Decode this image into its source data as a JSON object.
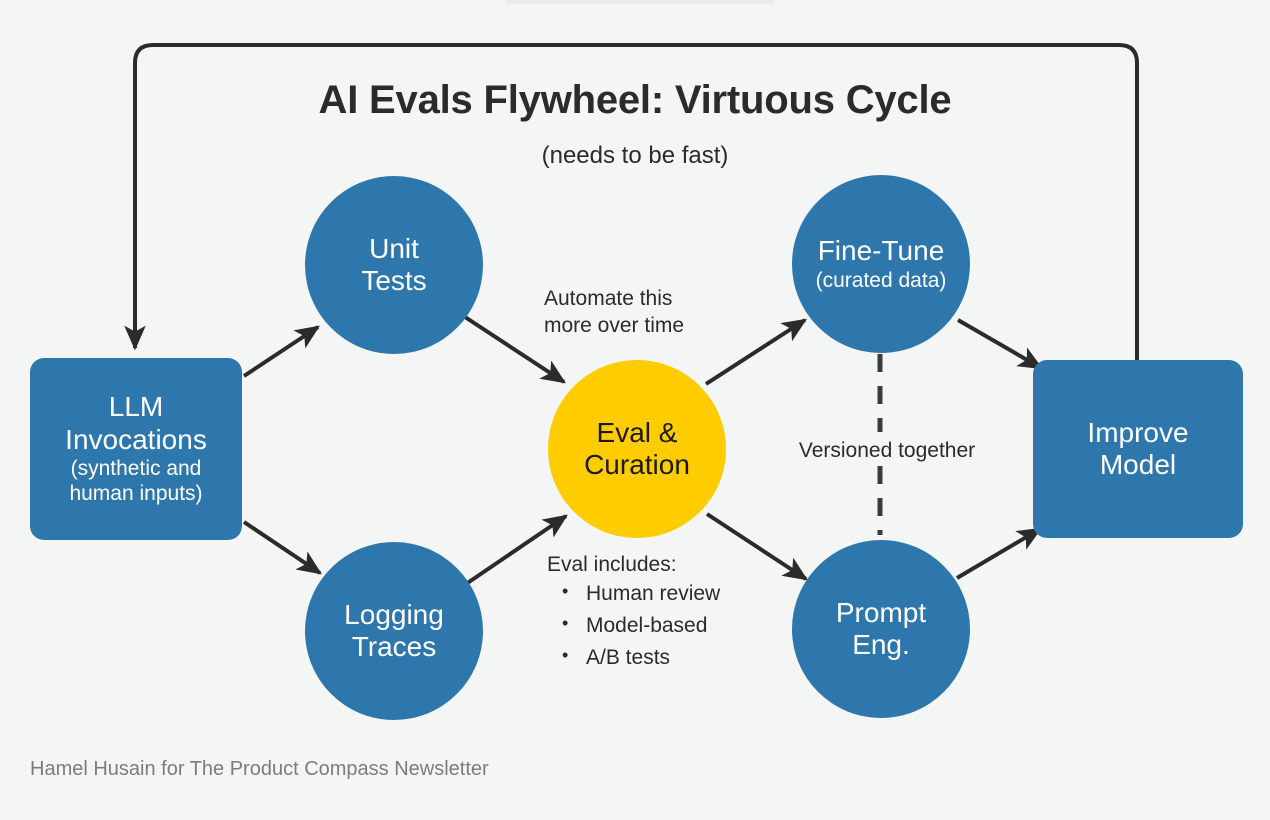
{
  "header": {
    "title": "AI Evals Flywheel: Virtuous Cycle",
    "subtitle": "(needs to be fast)"
  },
  "footer": {
    "credit": "Hamel Husain for The Product Compass Newsletter"
  },
  "colors": {
    "background": "#f4f5f5",
    "node_blue": "#2e77ad",
    "node_yellow": "#ffcc00",
    "edge": "#2b2b2b",
    "text_dark": "#2b2b2b",
    "text_light": "#ffffff",
    "footer_gray": "#7a7d80"
  },
  "nodes": {
    "llm_invocations": {
      "line1": "LLM",
      "line2": "Invocations",
      "line3": "(synthetic and",
      "line4": "human inputs)"
    },
    "unit_tests": {
      "line1": "Unit",
      "line2": "Tests"
    },
    "logging_traces": {
      "line1": "Logging",
      "line2": "Traces"
    },
    "eval_curation": {
      "line1": "Eval &",
      "line2": "Curation"
    },
    "fine_tune": {
      "line1": "Fine-Tune",
      "line2": "(curated data)"
    },
    "prompt_eng": {
      "line1": "Prompt",
      "line2": "Eng."
    },
    "improve_model": {
      "line1": "Improve",
      "line2": "Model"
    }
  },
  "annotations": {
    "automate_line1": "Automate this",
    "automate_line2": "more over time",
    "versioned_together": "Versioned together",
    "eval_includes_title": "Eval includes:",
    "eval_includes_items": [
      "Human review",
      "Model-based",
      "A/B tests"
    ]
  },
  "edges": [
    {
      "from": "llm_invocations",
      "to": "unit_tests",
      "style": "arrow"
    },
    {
      "from": "llm_invocations",
      "to": "logging_traces",
      "style": "arrow"
    },
    {
      "from": "unit_tests",
      "to": "eval_curation",
      "style": "arrow"
    },
    {
      "from": "logging_traces",
      "to": "eval_curation",
      "style": "arrow"
    },
    {
      "from": "eval_curation",
      "to": "fine_tune",
      "style": "arrow"
    },
    {
      "from": "eval_curation",
      "to": "prompt_eng",
      "style": "arrow"
    },
    {
      "from": "fine_tune",
      "to": "improve_model",
      "style": "arrow"
    },
    {
      "from": "prompt_eng",
      "to": "improve_model",
      "style": "arrow"
    },
    {
      "from": "fine_tune",
      "to": "prompt_eng",
      "style": "dashed"
    },
    {
      "from": "improve_model",
      "to": "llm_invocations",
      "style": "feedback-loop-arrow"
    }
  ]
}
